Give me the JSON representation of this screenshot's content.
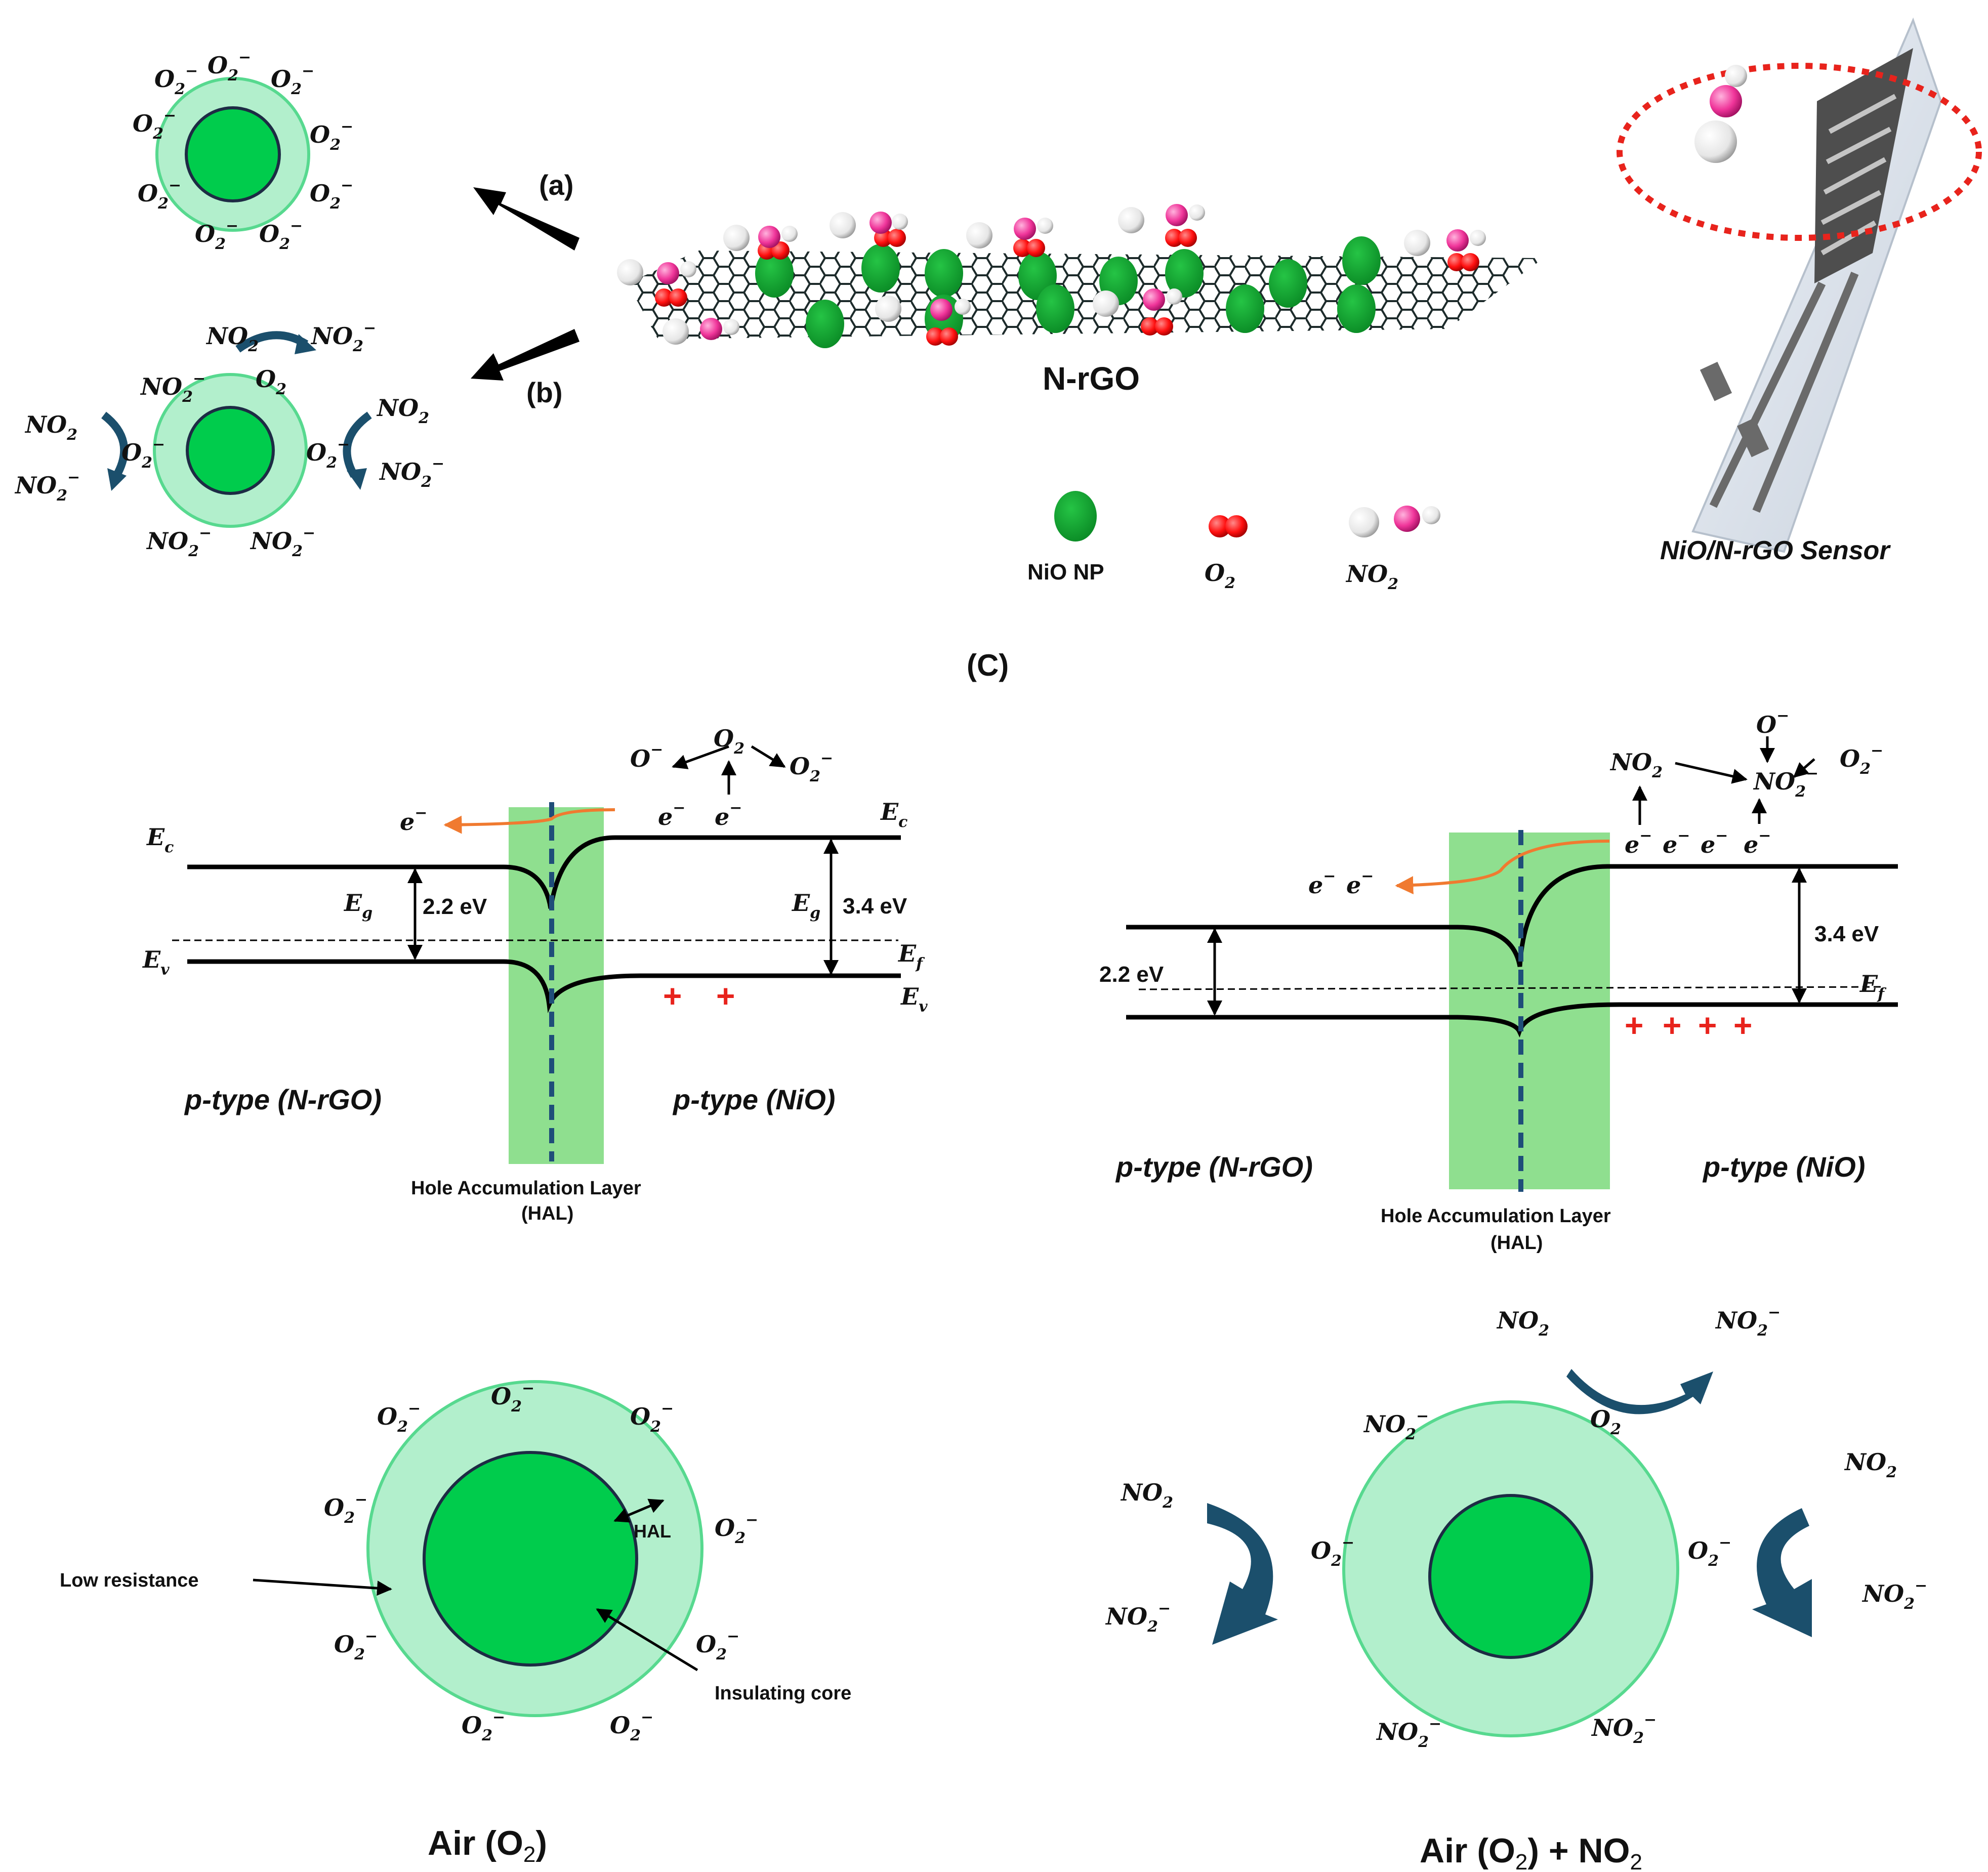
{
  "panel_labels": {
    "a": "(a)",
    "b": "(b)",
    "c": "(C)"
  },
  "sheet_label": "N-rGO",
  "legend": {
    "nio": "NiO NP",
    "o2": "O",
    "o2_sub": "2",
    "no2": "NO",
    "no2_sub": "2"
  },
  "sensor_caption": "NiO/N-rGO Sensor",
  "species": {
    "o2_minus": "O",
    "no2": "NO",
    "no2_minus": "NO",
    "o2": "O",
    "o_minus": "O",
    "sub": "2",
    "minus": "−"
  },
  "band_left": {
    "ec": "E",
    "ec_sub": "c",
    "ev": "E",
    "ev_sub": "v",
    "eg": "E",
    "eg_sub": "g",
    "ef": "E",
    "ef_sub": "f",
    "gap_left": "2.2 eV",
    "gap_right": "3.4 eV",
    "electron": "e",
    "material_left": "p-type (N-rGO)",
    "material_right": "p-type (NiO)",
    "hal_line1": "Hole Accumulation Layer",
    "hal_line2": "(HAL)",
    "plus_count": 2
  },
  "band_right": {
    "gap_left": "2.2 eV",
    "gap_right": "3.4 eV",
    "ef": "E",
    "ef_sub": "f",
    "electron": "e",
    "material_left": "p-type (N-rGO)",
    "material_right": "p-type (NiO)",
    "hal_line1": "Hole Accumulation Layer",
    "hal_line2": "(HAL)",
    "plus_count": 4
  },
  "bottom_left": {
    "caption_main": "Air (O",
    "caption_sub": "2",
    "caption_end": ")",
    "hal": "HAL",
    "low_resistance": "Low resistance",
    "insulating_core": "Insulating core"
  },
  "bottom_right": {
    "caption_main": "Air (O",
    "caption_sub": "2",
    "caption_end": ") + NO",
    "caption_end_sub": "2"
  },
  "colors": {
    "shell": "#b2efcc",
    "shell_stroke": "#57d98f",
    "core": "#00cc4c",
    "hal_band": "#8fdf8f",
    "arrow_teal": "#1b4f6c",
    "electron_path": "#f07a30",
    "plus": "#e8231c",
    "dotted_circle": "#e8231c"
  }
}
